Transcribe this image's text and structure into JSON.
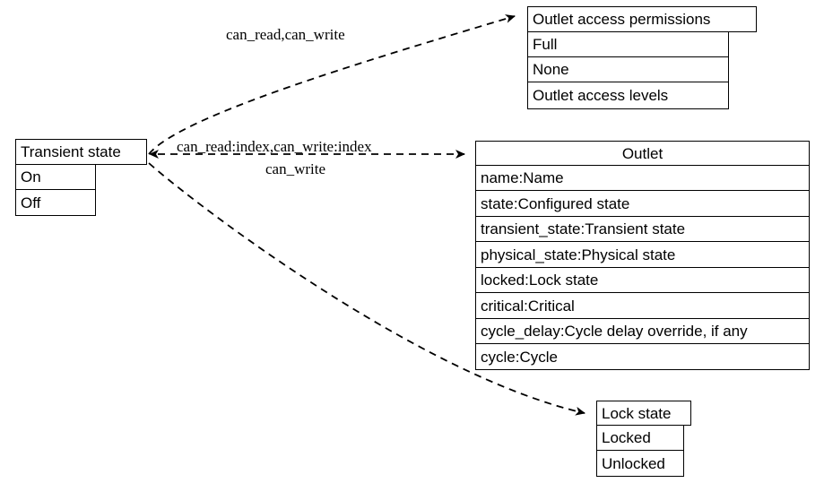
{
  "diagram": {
    "type": "entity-relationship",
    "background": "#ffffff",
    "line_color": "#000000",
    "text_color": "#000000",
    "entities": [
      {
        "id": "transient-state",
        "title": "Transient state",
        "rows": [
          "On",
          "Off"
        ],
        "title_align": "left"
      },
      {
        "id": "outlet-access-permissions",
        "title": "Outlet access permissions",
        "rows": [
          "Full",
          "None",
          "Outlet access levels"
        ],
        "title_align": "left"
      },
      {
        "id": "outlet",
        "title": "Outlet",
        "rows": [
          "name:Name",
          "state:Configured state",
          "transient_state:Transient state",
          "physical_state:Physical state",
          "locked:Lock state",
          "critical:Critical",
          "cycle_delay:Cycle delay override, if any",
          "cycle:Cycle"
        ],
        "title_align": "center"
      },
      {
        "id": "lock-state",
        "title": "Lock state",
        "rows": [
          "Locked",
          "Unlocked"
        ],
        "title_align": "left"
      }
    ],
    "edges": [
      {
        "id": "edge-to-permissions",
        "from": "transient-state",
        "to": "outlet-access-permissions",
        "label": "can_read,can_write",
        "style": "dashed",
        "arrow": "end"
      },
      {
        "id": "edge-to-outlet",
        "from": "transient-state",
        "to": "outlet",
        "label_top": "can_read:index,can_write:index",
        "label_bottom": "can_write",
        "style": "dashed",
        "arrow": "both"
      },
      {
        "id": "edge-to-lock-state",
        "from": "transient-state",
        "to": "lock-state",
        "label": "",
        "style": "dashed",
        "arrow": "end"
      }
    ]
  }
}
